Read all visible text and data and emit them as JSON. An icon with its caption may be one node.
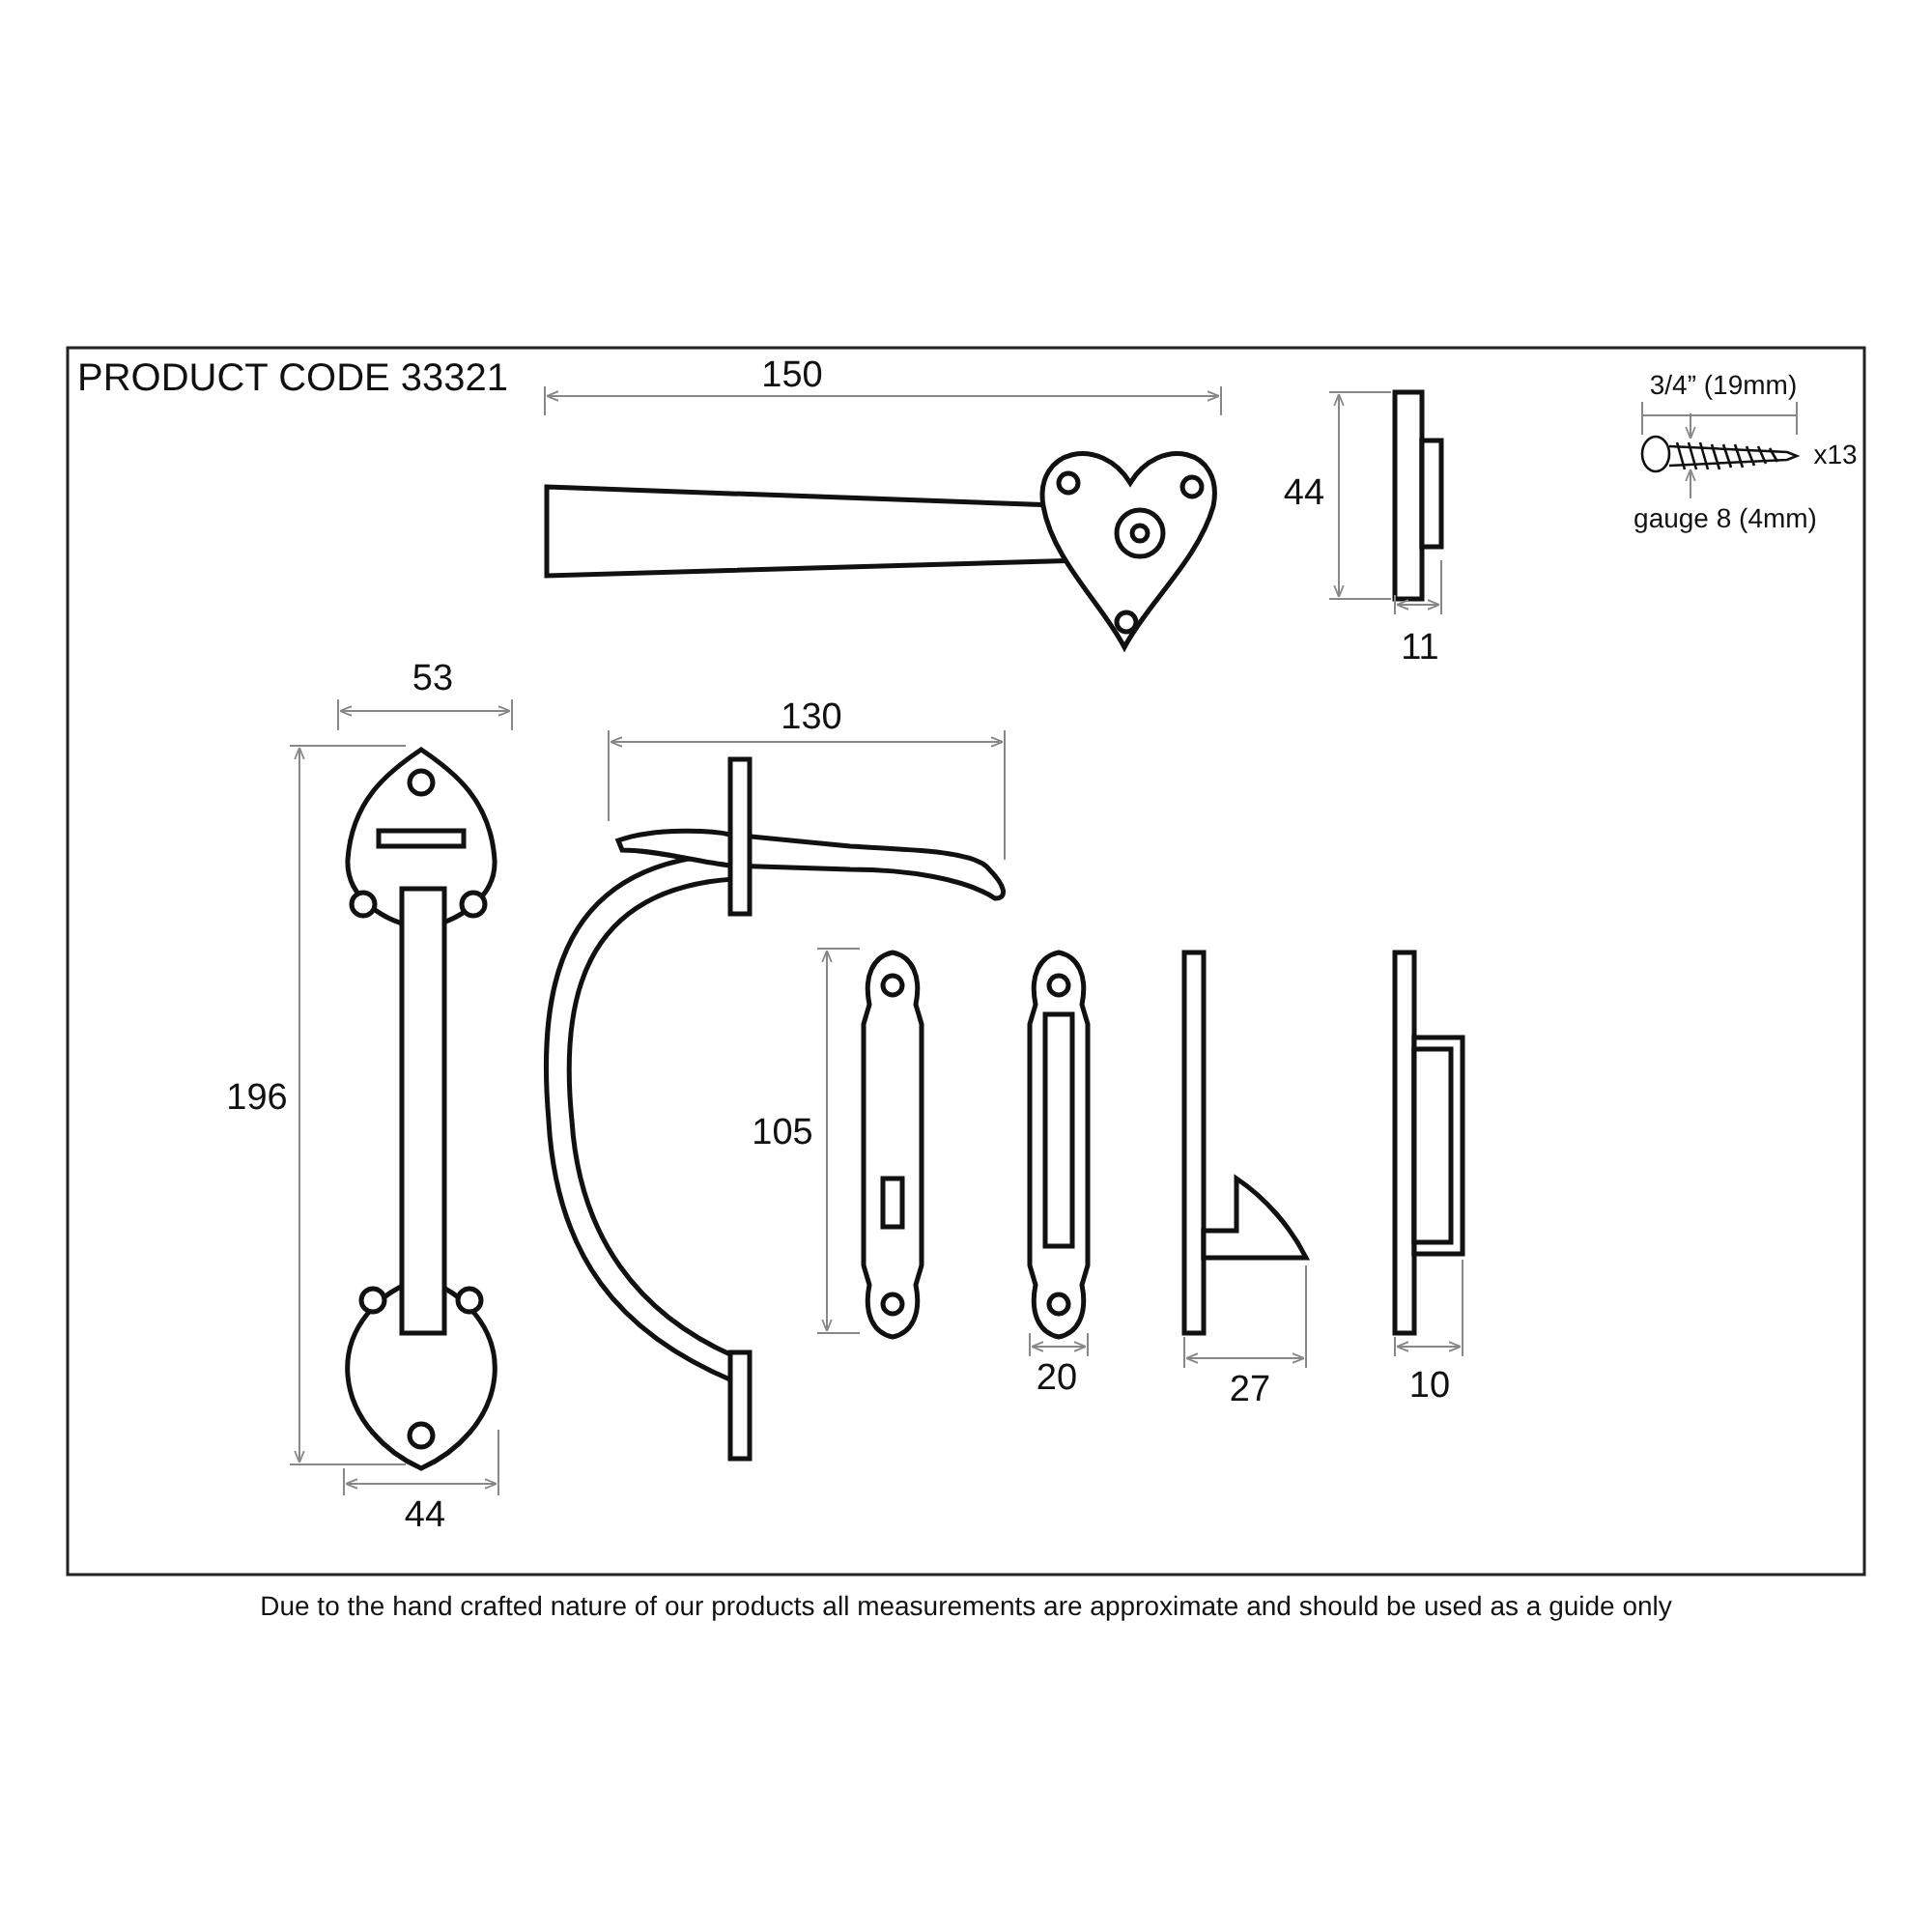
{
  "diagram": {
    "title": "PRODUCT CODE 33321",
    "caption": "Due to the hand crafted nature of our products all measurements are approximate and should be used as a guide only",
    "labels": [
      "150",
      "44",
      "3/4” (19mm)",
      "x13",
      "gauge 8 (4mm)",
      "11",
      "53",
      "130",
      "196",
      "105",
      "20",
      "27",
      "10",
      "44"
    ]
  }
}
